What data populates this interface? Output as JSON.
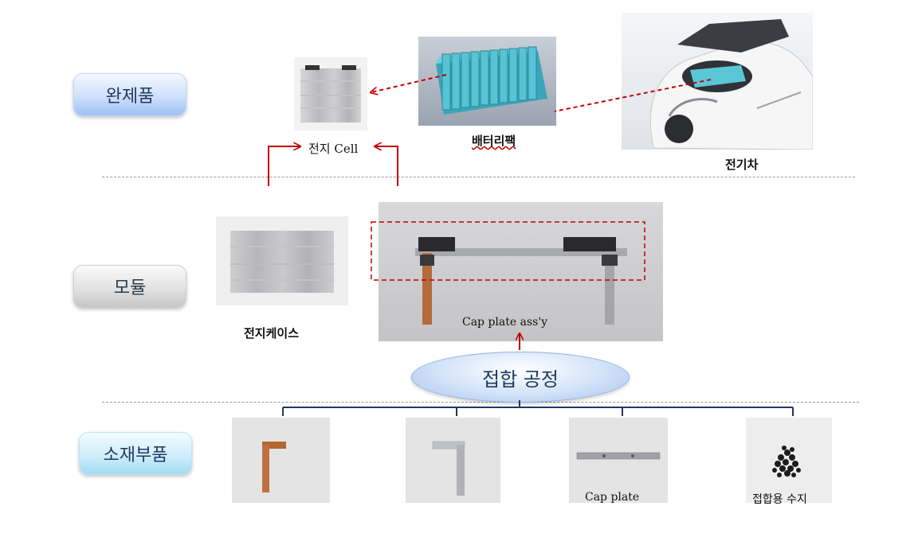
{
  "tiers": {
    "finished": "완제품",
    "module": "모듈",
    "materials": "소재부품"
  },
  "finished": {
    "cell_label": "전지 Cell",
    "pack_label": "배터리팩",
    "ev_label": "전기차"
  },
  "module": {
    "case_label": "전지케이스",
    "cap_assy_label": "Cap plate ass'y"
  },
  "process": {
    "label": "접합 공정"
  },
  "materials": {
    "cap_plate_label": "Cap plate",
    "resin_label": "접합용 수지"
  },
  "colors": {
    "arrow": "#c00000",
    "tree_line": "#1f3864",
    "divider": "#9a9a9a"
  }
}
